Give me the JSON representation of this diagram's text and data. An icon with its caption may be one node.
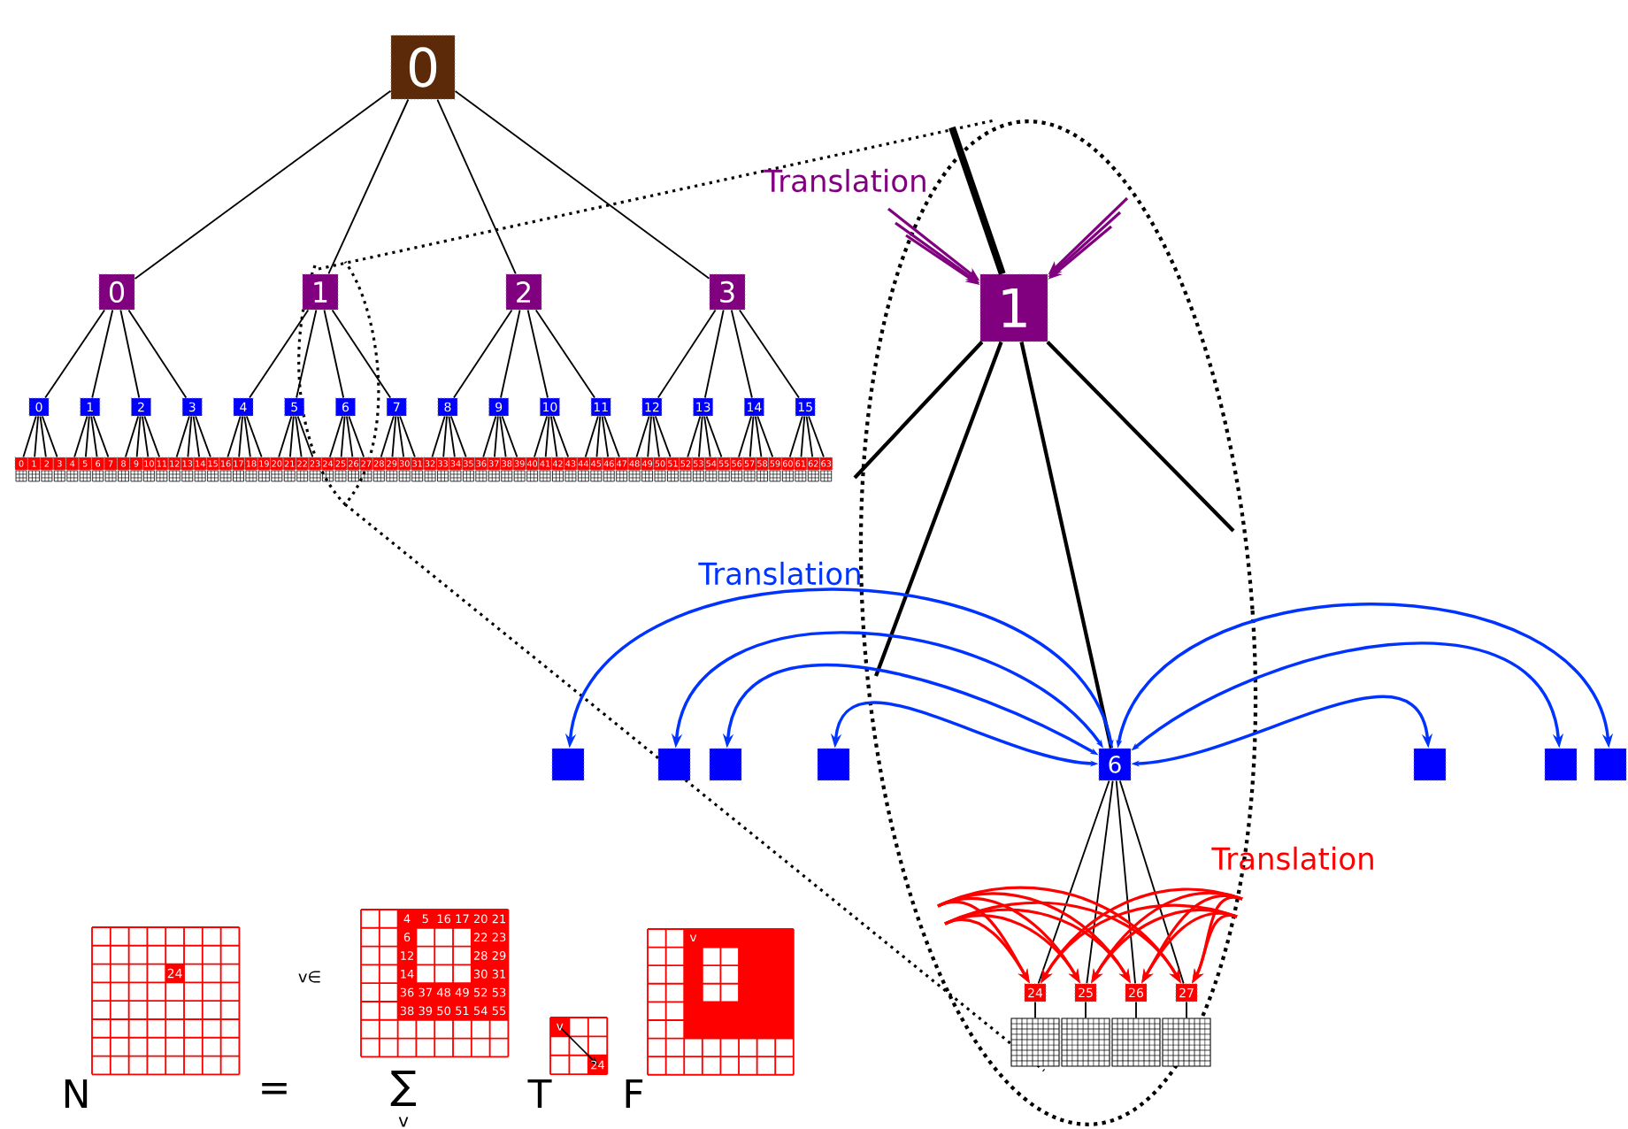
{
  "diagram": {
    "nodes": [
      {
        "text": [
          "0"
        ]
      },
      {
        "text": [
          "0"
        ]
      },
      {
        "text": [
          "1"
        ]
      },
      {
        "text": [
          "2"
        ]
      },
      {
        "text": [
          "3"
        ]
      },
      {
        "text": [
          "0"
        ]
      },
      {
        "text": [
          "1"
        ]
      },
      {
        "text": [
          "2"
        ]
      },
      {
        "text": [
          "3"
        ]
      },
      {
        "text": [
          "4"
        ]
      },
      {
        "text": [
          "5"
        ]
      },
      {
        "text": [
          "6"
        ]
      },
      {
        "text": [
          "7"
        ]
      },
      {
        "text": [
          "8"
        ]
      },
      {
        "text": [
          "9"
        ]
      },
      {
        "text": [
          "10"
        ]
      },
      {
        "text": [
          "11"
        ]
      },
      {
        "text": [
          "12"
        ]
      },
      {
        "text": [
          "13"
        ]
      },
      {
        "text": [
          "14"
        ]
      },
      {
        "text": [
          "15"
        ]
      },
      {
        "text": [
          "0"
        ]
      },
      {
        "text": [
          "1"
        ]
      },
      {
        "text": [
          "2"
        ]
      },
      {
        "text": [
          "3"
        ]
      },
      {
        "text": [
          "4"
        ]
      },
      {
        "text": [
          "5"
        ]
      },
      {
        "text": [
          "6"
        ]
      },
      {
        "text": [
          "7"
        ]
      },
      {
        "text": [
          "8"
        ]
      },
      {
        "text": [
          "9"
        ]
      },
      {
        "text": [
          "10"
        ]
      },
      {
        "text": [
          "11"
        ]
      },
      {
        "text": [
          "12"
        ]
      },
      {
        "text": [
          "13"
        ]
      },
      {
        "text": [
          "14"
        ]
      },
      {
        "text": [
          "15"
        ]
      },
      {
        "text": [
          "16"
        ]
      },
      {
        "text": [
          "17"
        ]
      },
      {
        "text": [
          "18"
        ]
      },
      {
        "text": [
          "19"
        ]
      },
      {
        "text": [
          "20"
        ]
      },
      {
        "text": [
          "21"
        ]
      },
      {
        "text": [
          "22"
        ]
      },
      {
        "text": [
          "23"
        ]
      },
      {
        "text": [
          "24"
        ]
      },
      {
        "text": [
          "25"
        ]
      },
      {
        "text": [
          "26"
        ]
      },
      {
        "text": [
          "27"
        ]
      },
      {
        "text": [
          "28"
        ]
      },
      {
        "text": [
          "29"
        ]
      },
      {
        "text": [
          "30"
        ]
      },
      {
        "text": [
          "31"
        ]
      },
      {
        "text": [
          "32"
        ]
      },
      {
        "text": [
          "33"
        ]
      },
      {
        "text": [
          "34"
        ]
      },
      {
        "text": [
          "35"
        ]
      },
      {
        "text": [
          "36"
        ]
      },
      {
        "text": [
          "37"
        ]
      },
      {
        "text": [
          "38"
        ]
      },
      {
        "text": [
          "39"
        ]
      },
      {
        "text": [
          "40"
        ]
      },
      {
        "text": [
          "41"
        ]
      },
      {
        "text": [
          "42"
        ]
      },
      {
        "text": [
          "43"
        ]
      },
      {
        "text": [
          "44"
        ]
      },
      {
        "text": [
          "45"
        ]
      },
      {
        "text": [
          "46"
        ]
      },
      {
        "text": [
          "47"
        ]
      },
      {
        "text": [
          "48"
        ]
      },
      {
        "text": [
          "49"
        ]
      },
      {
        "text": [
          "50"
        ]
      },
      {
        "text": [
          "51"
        ]
      },
      {
        "text": [
          "52"
        ]
      },
      {
        "text": [
          "53"
        ]
      },
      {
        "text": [
          "54"
        ]
      },
      {
        "text": [
          "55"
        ]
      },
      {
        "text": [
          "56"
        ]
      },
      {
        "text": [
          "57"
        ]
      },
      {
        "text": [
          "58"
        ]
      },
      {
        "text": [
          "59"
        ]
      },
      {
        "text": [
          "60"
        ]
      },
      {
        "text": [
          "61"
        ]
      },
      {
        "text": [
          "62"
        ]
      },
      {
        "text": [
          "63"
        ]
      },
      {
        "text": [
          "1"
        ]
      },
      {
        "text": [],
        "shape": "box"
      },
      {
        "text": [],
        "shape": "box"
      },
      {
        "text": [],
        "shape": "box"
      },
      {
        "text": [],
        "shape": "box"
      },
      {
        "text": [
          "6"
        ]
      },
      {
        "text": [],
        "shape": "box"
      },
      {
        "text": [],
        "shape": "box"
      },
      {
        "text": [],
        "shape": "box"
      },
      {
        "text": [
          "24"
        ]
      },
      {
        "text": [
          "25"
        ]
      },
      {
        "text": [
          "26"
        ]
      },
      {
        "text": [
          "27"
        ]
      },
      {
        "text": [],
        "shape": "box"
      },
      {
        "text": [],
        "shape": "box"
      },
      {
        "text": [],
        "shape": "box"
      },
      {
        "text": [],
        "shape": "box"
      }
    ],
    "edges": [
      {
        "from": 0,
        "to": 1,
        "arrow": "none"
      },
      {
        "from": 0,
        "to": 2,
        "arrow": "none"
      },
      {
        "from": 0,
        "to": 3,
        "arrow": "none"
      },
      {
        "from": 0,
        "to": 4,
        "arrow": "none"
      },
      {
        "from": 1,
        "to": 5,
        "arrow": "none"
      },
      {
        "from": 1,
        "to": 6,
        "arrow": "none"
      },
      {
        "from": 1,
        "to": 7,
        "arrow": "none"
      },
      {
        "from": 1,
        "to": 8,
        "arrow": "none"
      },
      {
        "from": 2,
        "to": 9,
        "arrow": "none"
      },
      {
        "from": 2,
        "to": 10,
        "arrow": "none"
      },
      {
        "from": 2,
        "to": 11,
        "arrow": "none"
      },
      {
        "from": 2,
        "to": 12,
        "arrow": "none"
      },
      {
        "from": 3,
        "to": 13,
        "arrow": "none"
      },
      {
        "from": 3,
        "to": 14,
        "arrow": "none"
      },
      {
        "from": 3,
        "to": 15,
        "arrow": "none"
      },
      {
        "from": 3,
        "to": 16,
        "arrow": "none"
      },
      {
        "from": 4,
        "to": 17,
        "arrow": "none"
      },
      {
        "from": 4,
        "to": 18,
        "arrow": "none"
      },
      {
        "from": 4,
        "to": 19,
        "arrow": "none"
      },
      {
        "from": 4,
        "to": 20,
        "arrow": "none"
      },
      {
        "from": 5,
        "to": 21,
        "arrow": "none"
      },
      {
        "from": 5,
        "to": 22,
        "arrow": "none"
      },
      {
        "from": 5,
        "to": 23,
        "arrow": "none"
      },
      {
        "from": 5,
        "to": 24,
        "arrow": "none"
      },
      {
        "from": 6,
        "to": 25,
        "arrow": "none"
      },
      {
        "from": 6,
        "to": 26,
        "arrow": "none"
      },
      {
        "from": 6,
        "to": 27,
        "arrow": "none"
      },
      {
        "from": 6,
        "to": 28,
        "arrow": "none"
      },
      {
        "from": 7,
        "to": 29,
        "arrow": "none"
      },
      {
        "from": 7,
        "to": 30,
        "arrow": "none"
      },
      {
        "from": 7,
        "to": 31,
        "arrow": "none"
      },
      {
        "from": 7,
        "to": 32,
        "arrow": "none"
      },
      {
        "from": 8,
        "to": 33,
        "arrow": "none"
      },
      {
        "from": 8,
        "to": 34,
        "arrow": "none"
      },
      {
        "from": 8,
        "to": 35,
        "arrow": "none"
      },
      {
        "from": 8,
        "to": 36,
        "arrow": "none"
      },
      {
        "from": 9,
        "to": 37,
        "arrow": "none"
      },
      {
        "from": 9,
        "to": 38,
        "arrow": "none"
      },
      {
        "from": 9,
        "to": 39,
        "arrow": "none"
      },
      {
        "from": 9,
        "to": 40,
        "arrow": "none"
      },
      {
        "from": 10,
        "to": 41,
        "arrow": "none"
      },
      {
        "from": 10,
        "to": 42,
        "arrow": "none"
      },
      {
        "from": 10,
        "to": 43,
        "arrow": "none"
      },
      {
        "from": 10,
        "to": 44,
        "arrow": "none"
      },
      {
        "from": 11,
        "to": 45,
        "arrow": "none"
      },
      {
        "from": 11,
        "to": 46,
        "arrow": "none"
      },
      {
        "from": 11,
        "to": 47,
        "arrow": "none"
      },
      {
        "from": 11,
        "to": 48,
        "arrow": "none"
      },
      {
        "from": 12,
        "to": 49,
        "arrow": "none"
      },
      {
        "from": 12,
        "to": 50,
        "arrow": "none"
      },
      {
        "from": 12,
        "to": 51,
        "arrow": "none"
      },
      {
        "from": 12,
        "to": 52,
        "arrow": "none"
      },
      {
        "from": 13,
        "to": 53,
        "arrow": "none"
      },
      {
        "from": 13,
        "to": 54,
        "arrow": "none"
      },
      {
        "from": 13,
        "to": 55,
        "arrow": "none"
      },
      {
        "from": 13,
        "to": 56,
        "arrow": "none"
      },
      {
        "from": 14,
        "to": 57,
        "arrow": "none"
      },
      {
        "from": 14,
        "to": 58,
        "arrow": "none"
      },
      {
        "from": 14,
        "to": 59,
        "arrow": "none"
      },
      {
        "from": 14,
        "to": 60,
        "arrow": "none"
      },
      {
        "from": 15,
        "to": 61,
        "arrow": "none"
      },
      {
        "from": 15,
        "to": 62,
        "arrow": "none"
      },
      {
        "from": 15,
        "to": 63,
        "arrow": "none"
      },
      {
        "from": 15,
        "to": 64,
        "arrow": "none"
      },
      {
        "from": 16,
        "to": 65,
        "arrow": "none"
      },
      {
        "from": 16,
        "to": 66,
        "arrow": "none"
      },
      {
        "from": 16,
        "to": 67,
        "arrow": "none"
      },
      {
        "from": 16,
        "to": 68,
        "arrow": "none"
      },
      {
        "from": 17,
        "to": 69,
        "arrow": "none"
      },
      {
        "from": 17,
        "to": 70,
        "arrow": "none"
      },
      {
        "from": 17,
        "to": 71,
        "arrow": "none"
      },
      {
        "from": 17,
        "to": 72,
        "arrow": "none"
      },
      {
        "from": 18,
        "to": 73,
        "arrow": "none"
      },
      {
        "from": 18,
        "to": 74,
        "arrow": "none"
      },
      {
        "from": 18,
        "to": 75,
        "arrow": "none"
      },
      {
        "from": 18,
        "to": 76,
        "arrow": "none"
      },
      {
        "from": 19,
        "to": 77,
        "arrow": "none"
      },
      {
        "from": 19,
        "to": 78,
        "arrow": "none"
      },
      {
        "from": 19,
        "to": 79,
        "arrow": "none"
      },
      {
        "from": 19,
        "to": 80,
        "arrow": "none"
      },
      {
        "from": 20,
        "to": 81,
        "arrow": "none"
      },
      {
        "from": 20,
        "to": 82,
        "arrow": "none"
      },
      {
        "from": 20,
        "to": 83,
        "arrow": "none"
      },
      {
        "from": 20,
        "to": 84,
        "arrow": "none"
      },
      {
        "from": 85,
        "to": null,
        "arrow": "none",
        "style": "thick"
      },
      {
        "from": 85,
        "to": null,
        "arrow": "none"
      },
      {
        "from": 85,
        "to": null,
        "arrow": "none"
      },
      {
        "from": 85,
        "to": 90,
        "arrow": "none"
      },
      {
        "from": 85,
        "to": null,
        "arrow": "none"
      },
      {
        "from": 90,
        "to": 86,
        "arrow": "both",
        "color": "#0033ff"
      },
      {
        "from": 90,
        "to": 87,
        "arrow": "both",
        "color": "#0033ff"
      },
      {
        "from": 90,
        "to": 88,
        "arrow": "both",
        "color": "#0033ff"
      },
      {
        "from": 90,
        "to": 89,
        "arrow": "both",
        "color": "#0033ff"
      },
      {
        "from": 90,
        "to": 91,
        "arrow": "both",
        "color": "#0033ff"
      },
      {
        "from": 90,
        "to": 92,
        "arrow": "both",
        "color": "#0033ff"
      },
      {
        "from": 90,
        "to": 93,
        "arrow": "both",
        "color": "#0033ff"
      },
      {
        "from": 90,
        "to": 94,
        "arrow": "none"
      },
      {
        "from": 90,
        "to": 95,
        "arrow": "none"
      },
      {
        "from": 90,
        "to": 96,
        "arrow": "none"
      },
      {
        "from": 90,
        "to": 97,
        "arrow": "none"
      },
      {
        "from": 94,
        "to": 98,
        "arrow": "none"
      },
      {
        "from": 95,
        "to": 99,
        "arrow": "none"
      },
      {
        "from": 96,
        "to": 100,
        "arrow": "none"
      },
      {
        "from": 97,
        "to": 101,
        "arrow": "none"
      },
      {
        "from": null,
        "to": 85,
        "arrow": "to",
        "color": "#800080"
      },
      {
        "from": null,
        "to": 85,
        "arrow": "to",
        "color": "#800080"
      },
      {
        "from": null,
        "to": 85,
        "arrow": "to",
        "color": "#800080"
      },
      {
        "from": null,
        "to": 85,
        "arrow": "to",
        "color": "#800080"
      },
      {
        "from": null,
        "to": 85,
        "arrow": "to",
        "color": "#800080"
      },
      {
        "from": null,
        "to": 85,
        "arrow": "to",
        "color": "#800080"
      },
      {
        "from": null,
        "to": 94,
        "arrow": "to",
        "color": "#ff0000"
      },
      {
        "from": null,
        "to": 94,
        "arrow": "to",
        "color": "#ff0000"
      },
      {
        "from": null,
        "to": 94,
        "arrow": "to",
        "color": "#ff0000"
      },
      {
        "from": null,
        "to": 94,
        "arrow": "to",
        "color": "#ff0000"
      },
      {
        "from": null,
        "to": 95,
        "arrow": "to",
        "color": "#ff0000"
      },
      {
        "from": null,
        "to": 95,
        "arrow": "to",
        "color": "#ff0000"
      },
      {
        "from": null,
        "to": 95,
        "arrow": "to",
        "color": "#ff0000"
      },
      {
        "from": null,
        "to": 95,
        "arrow": "to",
        "color": "#ff0000"
      },
      {
        "from": null,
        "to": 96,
        "arrow": "to",
        "color": "#ff0000"
      },
      {
        "from": null,
        "to": 96,
        "arrow": "to",
        "color": "#ff0000"
      },
      {
        "from": null,
        "to": 96,
        "arrow": "to",
        "color": "#ff0000"
      },
      {
        "from": null,
        "to": 96,
        "arrow": "to",
        "color": "#ff0000"
      },
      {
        "from": null,
        "to": 97,
        "arrow": "to",
        "color": "#ff0000"
      },
      {
        "from": null,
        "to": 97,
        "arrow": "to",
        "color": "#ff0000"
      },
      {
        "from": null,
        "to": 97,
        "arrow": "to",
        "color": "#ff0000"
      },
      {
        "from": null,
        "to": 97,
        "arrow": "to",
        "color": "#ff0000"
      }
    ],
    "labels": [
      "Translation",
      "Translation",
      "Translation",
      "24",
      "v∈",
      "4",
      "5",
      "16",
      "17",
      "20",
      "21",
      "6",
      "22",
      "23",
      "12",
      "28",
      "29",
      "14",
      "30",
      "31",
      "36",
      "37",
      "48",
      "49",
      "52",
      "53",
      "38",
      "39",
      "50",
      "51",
      "54",
      "55",
      "v",
      "24",
      "v",
      "N",
      "=",
      "∑",
      "v",
      "T",
      "F"
    ]
  }
}
